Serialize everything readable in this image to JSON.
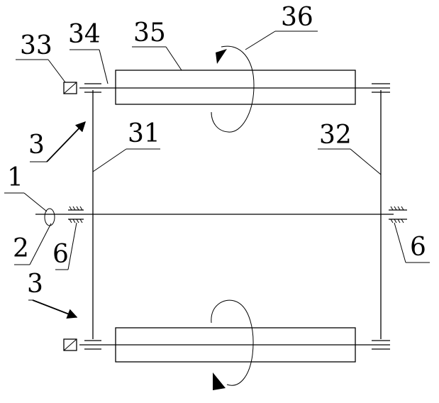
{
  "labels": {
    "l33": "33",
    "l34": "34",
    "l35": "35",
    "l36": "36",
    "l3a": "3",
    "l31": "31",
    "l32": "32",
    "l1": "1",
    "l2": "2",
    "l6a": "6",
    "l6b": "6",
    "l3b": "3"
  }
}
